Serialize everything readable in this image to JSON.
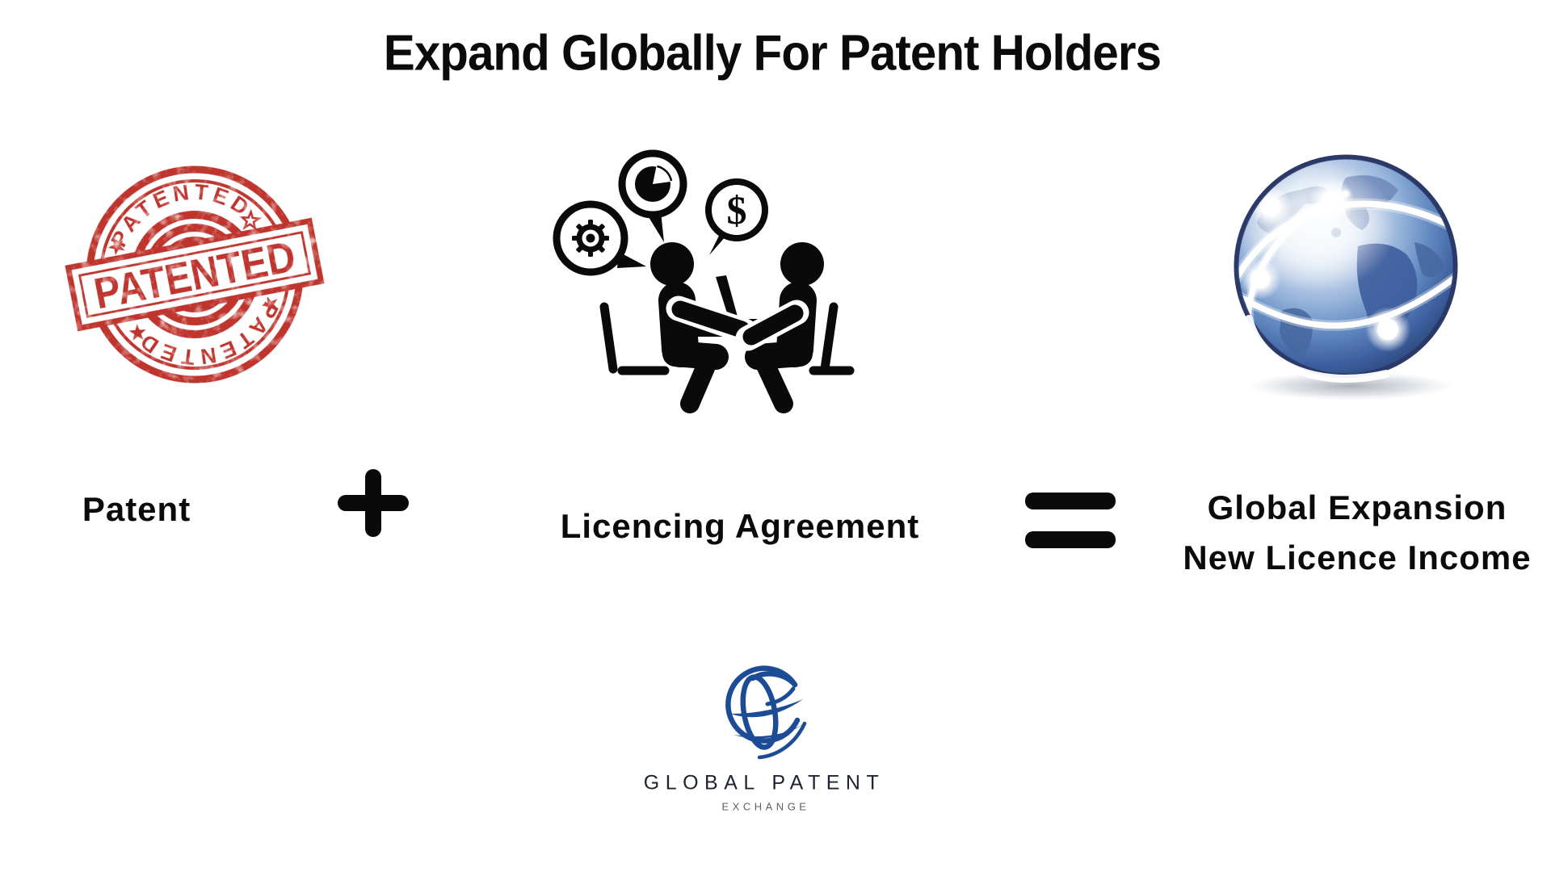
{
  "title": "Expand Globally For Patent Holders",
  "formula": {
    "patent_label": "Patent",
    "plus_symbol": "+",
    "licensing_label": "Licencing Agreement",
    "equals_symbol": "=",
    "result_line1": "Global Expansion",
    "result_line2": "New Licence Income"
  },
  "stamp": {
    "arc_top_text": "PATENTED",
    "banner_text": "PATENTED",
    "arc_bottom_text": "PATENTED"
  },
  "meeting": {
    "dollar_symbol": "$"
  },
  "logo": {
    "name": "GLOBAL PATENT",
    "tagline": "EXCHANGE"
  },
  "icons": {
    "stamp": "patented-stamp",
    "meeting": "licensing-meeting-illustration",
    "bubbles": [
      "gear-icon",
      "pie-chart-icon",
      "dollar-icon"
    ],
    "globe": "network-globe",
    "plus": "plus-icon",
    "equals": "equals-icon",
    "logo_mark": "logo-globe-icon"
  },
  "colors": {
    "background": "#ffffff",
    "ink_black": "#0a0a0a",
    "stamp_red": "#bf362f",
    "logo_blue": "#1d4c96",
    "logo_text": "#1d2330",
    "logo_tagline": "#5a5f6a",
    "globe_rim": "#2b3a68",
    "globe_mid": "#5d82b8",
    "globe_light": "#dfe9f6"
  }
}
